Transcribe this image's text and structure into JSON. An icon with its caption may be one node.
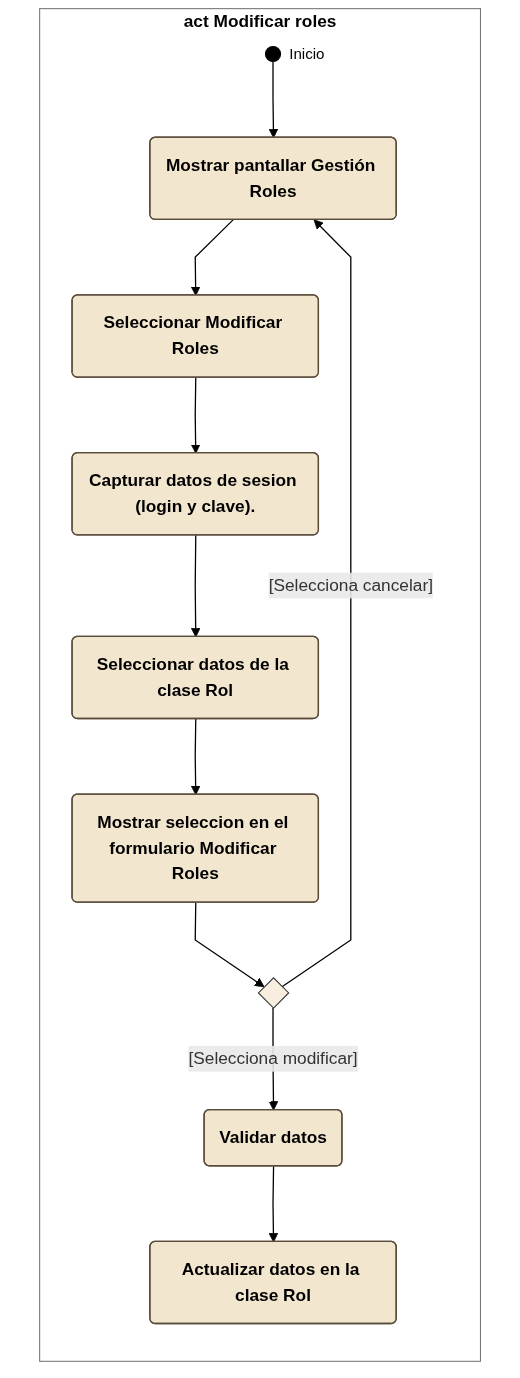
{
  "diagram": {
    "nodes": [
      {
        "text": [
          "act Modificar roles"
        ]
      },
      {
        "text": [],
        "shape": "circle",
        "in": 0,
        "beside": [
          "Inicio"
        ]
      },
      {
        "text": [
          "Mostrar pantallar Gestión Roles"
        ],
        "in": 0
      },
      {
        "text": [
          "Seleccionar Modificar Roles"
        ],
        "in": 0
      },
      {
        "text": [
          "Capturar datos de sesion (login y clave)."
        ],
        "in": 0
      },
      {
        "text": [
          "Seleccionar datos de la clase Rol"
        ],
        "in": 0
      },
      {
        "text": [
          "Mostrar seleccion en el formulario Modificar Roles"
        ],
        "in": 0
      },
      {
        "text": [],
        "shape": "diamond",
        "in": 0
      },
      {
        "text": [
          "Validar datos"
        ],
        "in": 0
      },
      {
        "text": [
          "Actualizar datos en la clase Rol"
        ],
        "in": 0
      }
    ],
    "edges": [
      {
        "from": 1,
        "to": 2,
        "arrow": "to"
      },
      {
        "from": 2,
        "to": 3,
        "arrow": "to"
      },
      {
        "from": 3,
        "to": 4,
        "arrow": "to"
      },
      {
        "from": 4,
        "to": 5,
        "arrow": "to"
      },
      {
        "from": 5,
        "to": 6,
        "arrow": "to"
      },
      {
        "from": 6,
        "to": 7,
        "arrow": "to"
      },
      {
        "from": 7,
        "to": 2,
        "arrow": "to",
        "label": "[Selecciona cancelar]"
      },
      {
        "from": 7,
        "to": 8,
        "arrow": "to",
        "label": "[Selecciona modificar]"
      },
      {
        "from": 8,
        "to": 9,
        "arrow": "to"
      }
    ]
  }
}
